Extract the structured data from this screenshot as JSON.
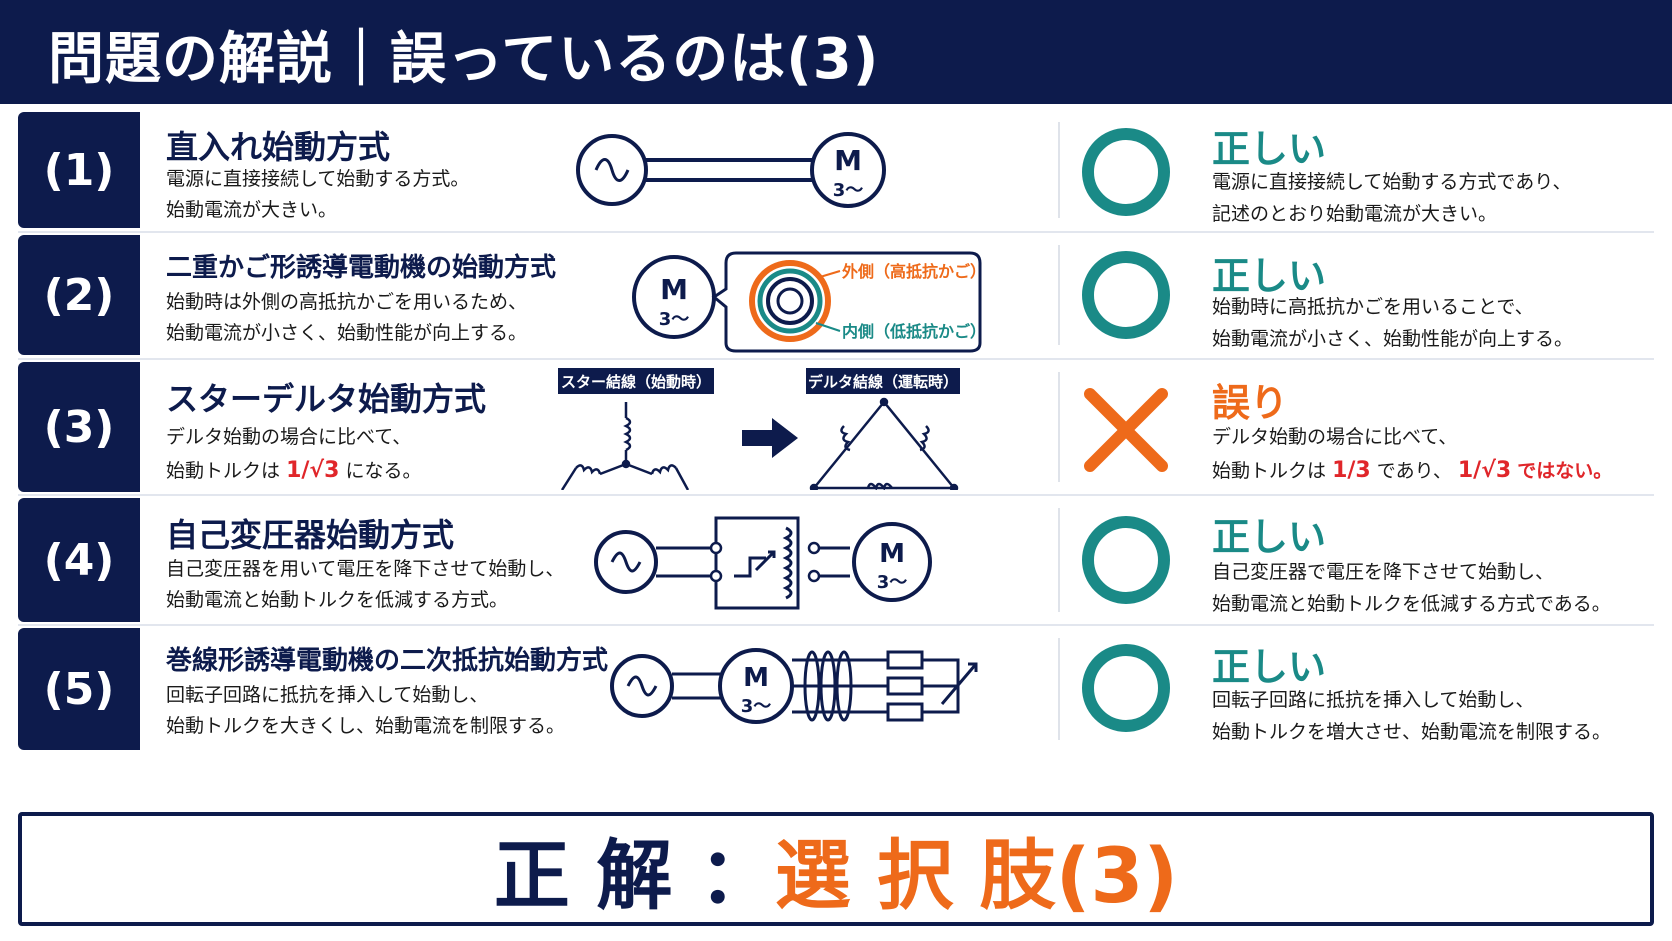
{
  "header": {
    "title": "問題の解説｜誤っているのは(3)"
  },
  "rows": [
    {
      "number": "(1)",
      "title": "直入れ始動方式",
      "desc_lines": [
        "電源に直接接続して始動する方式。",
        "始動電流が大きい。"
      ],
      "verdict": "正しい",
      "verdict_lines": [
        "電源に直接接続して始動する方式であり、",
        "記述のとおり始動電流が大きい。"
      ],
      "motor_label": "M",
      "motor_sub": "3〜"
    },
    {
      "number": "(2)",
      "title": "二重かご形誘導電動機の始動方式",
      "desc_lines": [
        "始動時は外側の高抵抗かごを用いるため、",
        "始動電流が小さく、始動性能が向上する。"
      ],
      "verdict": "正しい",
      "verdict_lines": [
        "始動時に高抵抗かごを用いることで、",
        "始動電流が小さく、始動性能が向上する。"
      ],
      "motor_label": "M",
      "motor_sub": "3〜",
      "callout_outer": "外側（高抵抗かご）",
      "callout_inner": "内側（低抵抗かご）"
    },
    {
      "number": "(3)",
      "title": "スターデルタ始動方式",
      "desc_line1": "デルタ始動の場合に比べて、",
      "desc_line2_prefix": "始動トルクは",
      "desc_line2_value": "1/√3",
      "desc_line2_suffix": "になる。",
      "verdict": "誤り",
      "verdict_line1": "デルタ始動の場合に比べて、",
      "verdict_line2_prefix": "始動トルクは",
      "verdict_line2_value1": "1/3",
      "verdict_line2_mid": "であり、",
      "verdict_line2_value2": "1/√3",
      "verdict_line2_suffix": "ではない。",
      "star_label": "スター結線（始動時）",
      "delta_label": "デルタ結線（運転時）"
    },
    {
      "number": "(4)",
      "title": "自己変圧器始動方式",
      "desc_lines": [
        "自己変圧器を用いて電圧を降下させて始動し、",
        "始動電流と始動トルクを低減する方式。"
      ],
      "verdict": "正しい",
      "verdict_lines": [
        "自己変圧器で電圧を降下させて始動し、",
        "始動電流と始動トルクを低減する方式である。"
      ],
      "motor_label": "M",
      "motor_sub": "3〜"
    },
    {
      "number": "(5)",
      "title": "巻線形誘導電動機の二次抵抗始動方式",
      "desc_lines": [
        "回転子回路に抵抗を挿入して始動し、",
        "始動トルクを大きくし、始動電流を制限する。"
      ],
      "verdict": "正しい",
      "verdict_lines": [
        "回転子回路に抵抗を挿入して始動し、",
        "始動トルクを増大させ、始動電流を制限する。"
      ],
      "motor_label": "M",
      "motor_sub": "3〜"
    }
  ],
  "answer": {
    "prefix": "正 解 ： ",
    "choice": "選 択 肢(3)"
  },
  "colors": {
    "navy": "#0d1b4c",
    "teal": "#1a8a87",
    "orange": "#ee6a1a",
    "red": "#e0262a",
    "outer_cage": "#ee6a1a",
    "inner_cage": "#1a8a87"
  },
  "icons": {
    "correct": "circle-mark-icon",
    "wrong": "cross-mark-icon",
    "ac_source": "ac-source-icon",
    "arrow": "right-arrow-icon"
  }
}
